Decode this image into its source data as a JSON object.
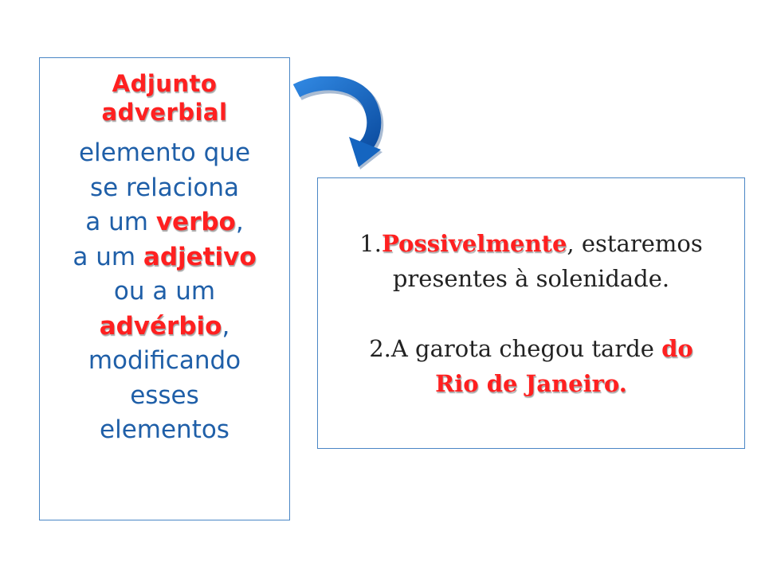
{
  "definition": {
    "title_line1": "Adjunto",
    "title_line2": "adverbial",
    "line1": "elemento que",
    "line2": "se relaciona",
    "line3_prefix": "a um ",
    "line3_highlight": "verbo",
    "line3_suffix": ",",
    "line4_prefix": "a um ",
    "line4_highlight": "adjetivo",
    "line5": "ou a um",
    "line6_highlight": "advérbio",
    "line6_suffix": ",",
    "line7": "modificando",
    "line8": "esses",
    "line9": "elementos"
  },
  "examples": {
    "ex1_number": "1.",
    "ex1_highlight": "Possivelmente",
    "ex1_rest": ", estaremos",
    "ex1_line2": "presentes à solenidade.",
    "ex2_prefix": "2.A garota chegou tarde ",
    "ex2_highlight_part1": "do",
    "ex2_highlight_line2": "Rio de Janeiro."
  },
  "colors": {
    "accent_blue": "#1f5fa8",
    "highlight_red": "#ff2020",
    "arrow_blue": "#1565c0"
  },
  "icons": {
    "arrow": "curved-down-arrow-icon"
  }
}
